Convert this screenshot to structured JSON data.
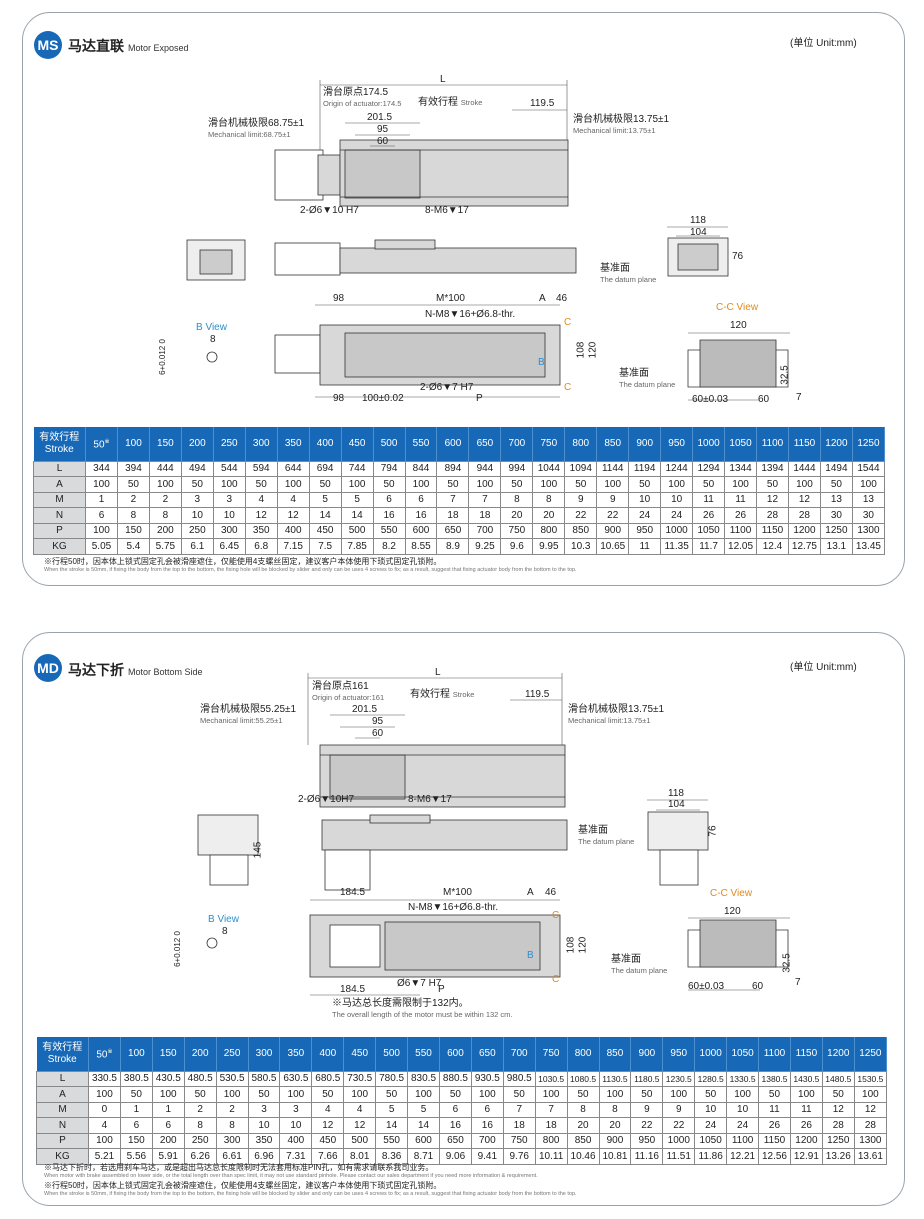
{
  "unit": "(单位 Unit:mm)",
  "ms": {
    "badge": "MS",
    "title": "马达直联",
    "subtitle": "Motor Exposed",
    "labels": {
      "L": "L",
      "origin": "滑台原点174.5",
      "origin_en": "Origin of actuator:174.5",
      "stroke": "有效行程",
      "stroke_en": "Stroke",
      "d119": "119.5",
      "d201": "201.5",
      "d95": "95",
      "d60": "60",
      "mechL": "滑台机械极限68.75±1",
      "mechL_en": "Mechanical limit:68.75±1",
      "mechR": "滑台机械极限13.75±1",
      "mechR_en": "Mechanical limit:13.75±1",
      "pin": "2-Ø6▼10 H7",
      "m6": "8-M6▼17",
      "d118": "118",
      "d104": "104",
      "d76": "76",
      "datum": "基准面",
      "datum_en": "The datum plane",
      "d98a": "98",
      "m100": "M*100",
      "A": "A",
      "d46": "46",
      "nm8": "N-M8▼16+Ø6.8-thr.",
      "d108": "108",
      "d120v": "120",
      "C1": "C",
      "C2": "C",
      "B": "B",
      "bview": "B View",
      "d8": "8",
      "tol": "6+0.012 0",
      "pin2": "2-Ø6▼7 H7",
      "d98b": "98",
      "d100": "100±0.02",
      "P": "P",
      "ccview": "C-C View",
      "d120": "120",
      "datum2": "基准面",
      "datum2_en": "The datum plane",
      "d325": "32.5",
      "d60t": "60±0.03",
      "d60b": "60",
      "d7": "7"
    },
    "table": {
      "header_cn": "有效行程",
      "header_en": "Stroke",
      "strokes": [
        "50",
        "100",
        "150",
        "200",
        "250",
        "300",
        "350",
        "400",
        "450",
        "500",
        "550",
        "600",
        "650",
        "700",
        "750",
        "800",
        "850",
        "900",
        "950",
        "1000",
        "1050",
        "1100",
        "1150",
        "1200",
        "1250"
      ],
      "rows": [
        {
          "name": "L",
          "values": [
            "344",
            "394",
            "444",
            "494",
            "544",
            "594",
            "644",
            "694",
            "744",
            "794",
            "844",
            "894",
            "944",
            "994",
            "1044",
            "1094",
            "1144",
            "1194",
            "1244",
            "1294",
            "1344",
            "1394",
            "1444",
            "1494",
            "1544"
          ]
        },
        {
          "name": "A",
          "values": [
            "100",
            "50",
            "100",
            "50",
            "100",
            "50",
            "100",
            "50",
            "100",
            "50",
            "100",
            "50",
            "100",
            "50",
            "100",
            "50",
            "100",
            "50",
            "100",
            "50",
            "100",
            "50",
            "100",
            "50",
            "100"
          ]
        },
        {
          "name": "M",
          "values": [
            "1",
            "2",
            "2",
            "3",
            "3",
            "4",
            "4",
            "5",
            "5",
            "6",
            "6",
            "7",
            "7",
            "8",
            "8",
            "9",
            "9",
            "10",
            "10",
            "11",
            "11",
            "12",
            "12",
            "13",
            "13"
          ]
        },
        {
          "name": "N",
          "values": [
            "6",
            "8",
            "8",
            "10",
            "10",
            "12",
            "12",
            "14",
            "14",
            "16",
            "16",
            "18",
            "18",
            "20",
            "20",
            "22",
            "22",
            "24",
            "24",
            "26",
            "26",
            "28",
            "28",
            "30",
            "30"
          ]
        },
        {
          "name": "P",
          "values": [
            "100",
            "150",
            "200",
            "250",
            "300",
            "350",
            "400",
            "450",
            "500",
            "550",
            "600",
            "650",
            "700",
            "750",
            "800",
            "850",
            "900",
            "950",
            "1000",
            "1050",
            "1100",
            "1150",
            "1200",
            "1250",
            "1300"
          ]
        },
        {
          "name": "KG",
          "values": [
            "5.05",
            "5.4",
            "5.75",
            "6.1",
            "6.45",
            "6.8",
            "7.15",
            "7.5",
            "7.85",
            "8.2",
            "8.55",
            "8.9",
            "9.25",
            "9.6",
            "9.95",
            "10.3",
            "10.65",
            "11",
            "11.35",
            "11.7",
            "12.05",
            "12.4",
            "12.75",
            "13.1",
            "13.45"
          ]
        }
      ]
    },
    "notes": [
      {
        "cn": "※行程50时，因本体上锁式固定孔会被滑座遮住，仅能使用4支螺丝固定，建议客户本体使用下琐式固定孔锁附。",
        "en": "When the stroke is 50mm, if fixing the body from the top to the bottom, the fixing hole will be blocked by slider and only can be uses 4 screws to fix; as a result, suggest that fixing actuator body from the bottom to the top."
      }
    ]
  },
  "md": {
    "badge": "MD",
    "title": "马达下折",
    "subtitle": "Motor Bottom Side",
    "labels": {
      "L": "L",
      "origin": "滑台原点161",
      "origin_en": "Origin of actuator:161",
      "stroke": "有效行程",
      "stroke_en": "Stroke",
      "d119": "119.5",
      "d201": "201.5",
      "d95": "95",
      "d60": "60",
      "mechL": "滑台机械极限55.25±1",
      "mechL_en": "Mechanical limit:55.25±1",
      "mechR": "滑台机械极限13.75±1",
      "mechR_en": "Mechanical limit:13.75±1",
      "pin": "2-Ø6▼10H7",
      "m6": "8-M6▼17",
      "d145": "145",
      "d118": "118",
      "d104": "104",
      "d76": "76",
      "datum": "基准面",
      "datum_en": "The datum plane",
      "d184a": "184.5",
      "m100": "M*100",
      "A": "A",
      "d46": "46",
      "nm8": "N-M8▼16+Ø6.8-thr.",
      "d108": "108",
      "d120v": "120",
      "C1": "C",
      "C2": "C",
      "B": "B",
      "bview": "B View",
      "d8": "8",
      "tol": "6+0.012 0",
      "pin2": "Ø6▼7 H7",
      "d184b": "184.5",
      "P": "P",
      "motor_note": "※马达总长度需限制于132内。",
      "motor_note_en": "The overall length of the motor must be within 132 cm.",
      "ccview": "C-C View",
      "d120": "120",
      "datum2": "基准面",
      "datum2_en": "The datum plane",
      "d325": "32.5",
      "d60t": "60±0.03",
      "d60b": "60",
      "d7": "7"
    },
    "table": {
      "header_cn": "有效行程",
      "header_en": "Stroke",
      "strokes": [
        "50",
        "100",
        "150",
        "200",
        "250",
        "300",
        "350",
        "400",
        "450",
        "500",
        "550",
        "600",
        "650",
        "700",
        "750",
        "800",
        "850",
        "900",
        "950",
        "1000",
        "1050",
        "1100",
        "1150",
        "1200",
        "1250"
      ],
      "rows": [
        {
          "name": "L",
          "values": [
            "330.5",
            "380.5",
            "430.5",
            "480.5",
            "530.5",
            "580.5",
            "630.5",
            "680.5",
            "730.5",
            "780.5",
            "830.5",
            "880.5",
            "930.5",
            "980.5",
            "1030.5",
            "1080.5",
            "1130.5",
            "1180.5",
            "1230.5",
            "1280.5",
            "1330.5",
            "1380.5",
            "1430.5",
            "1480.5",
            "1530.5"
          ]
        },
        {
          "name": "A",
          "values": [
            "100",
            "50",
            "100",
            "50",
            "100",
            "50",
            "100",
            "50",
            "100",
            "50",
            "100",
            "50",
            "100",
            "50",
            "100",
            "50",
            "100",
            "50",
            "100",
            "50",
            "100",
            "50",
            "100",
            "50",
            "100"
          ]
        },
        {
          "name": "M",
          "values": [
            "0",
            "1",
            "1",
            "2",
            "2",
            "3",
            "3",
            "4",
            "4",
            "5",
            "5",
            "6",
            "6",
            "7",
            "7",
            "8",
            "8",
            "9",
            "9",
            "10",
            "10",
            "11",
            "11",
            "12",
            "12"
          ]
        },
        {
          "name": "N",
          "values": [
            "4",
            "6",
            "6",
            "8",
            "8",
            "10",
            "10",
            "12",
            "12",
            "14",
            "14",
            "16",
            "16",
            "18",
            "18",
            "20",
            "20",
            "22",
            "22",
            "24",
            "24",
            "26",
            "26",
            "28",
            "28"
          ]
        },
        {
          "name": "P",
          "values": [
            "100",
            "150",
            "200",
            "250",
            "300",
            "350",
            "400",
            "450",
            "500",
            "550",
            "600",
            "650",
            "700",
            "750",
            "800",
            "850",
            "900",
            "950",
            "1000",
            "1050",
            "1100",
            "1150",
            "1200",
            "1250",
            "1300"
          ]
        },
        {
          "name": "KG",
          "values": [
            "5.21",
            "5.56",
            "5.91",
            "6.26",
            "6.61",
            "6.96",
            "7.31",
            "7.66",
            "8.01",
            "8.36",
            "8.71",
            "9.06",
            "9.41",
            "9.76",
            "10.11",
            "10.46",
            "10.81",
            "11.16",
            "11.51",
            "11.86",
            "12.21",
            "12.56",
            "12.91",
            "13.26",
            "13.61"
          ]
        }
      ]
    },
    "notes": [
      {
        "cn": "※马达下折时，若选用刹车马达，或是超出马达总长度限制时无法套用标准PIN孔，如有需求请联系我司业务。",
        "en": "When motor with brake assembled on lower side, or the total length over than spec limit, it may not use standard pinhole. Please contact our sales department if you need more information & requirement."
      },
      {
        "cn": "※行程50时，因本体上锁式固定孔会被滑座遮住，仅能使用4支螺丝固定，建议客户本体使用下琐式固定孔锁附。",
        "en": "When the stroke is 50mm, if fixing the body from the top to the bottom, the fixing hole will be blocked by slider and only can be uses 4 screws to fix; as a result, suggest that fixing actuator body from the bottom to the top."
      }
    ]
  }
}
